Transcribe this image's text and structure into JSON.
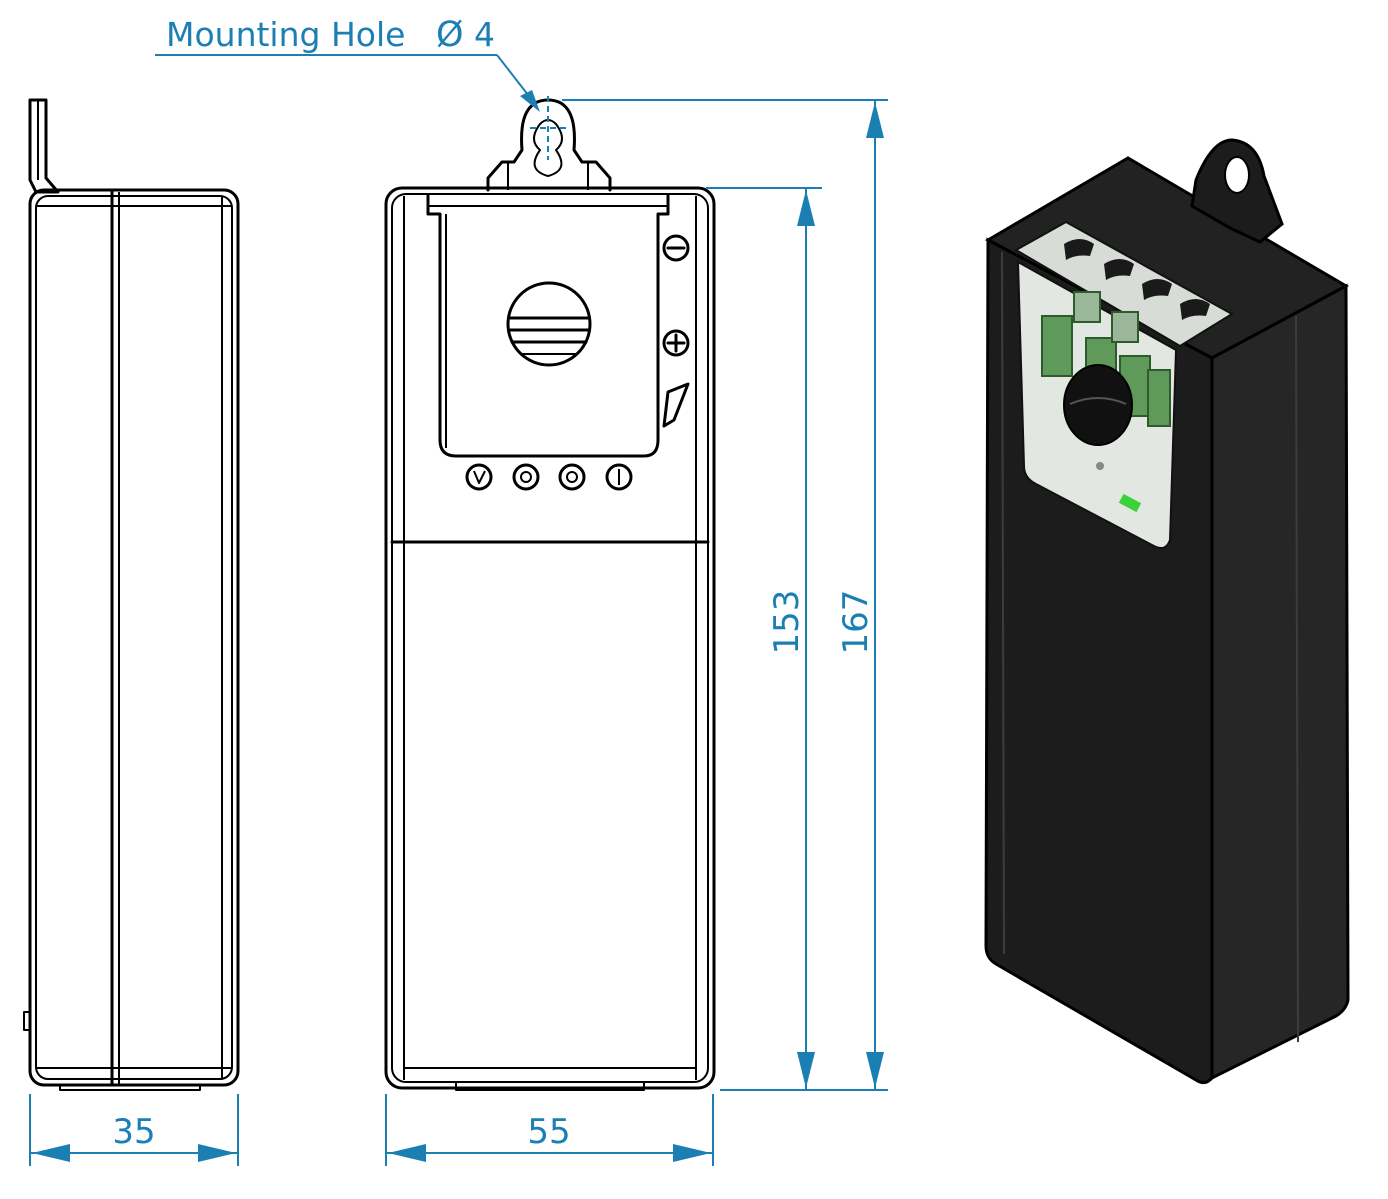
{
  "callout": {
    "label": "Mounting Hole",
    "symbol": "Ø",
    "value": "4"
  },
  "dimensions": {
    "side_width": "35",
    "front_width": "55",
    "body_height": "153",
    "total_height": "167"
  },
  "colors": {
    "dimension": "#1b7fb3",
    "outline": "#000000",
    "housing": "#1c1c1c",
    "terminal_green": "#5f9a5a",
    "led": "#3bd13b"
  },
  "icons": [
    "minus-symbol-icon",
    "plus-symbol-icon",
    "lightning-icon",
    "terminal-screw-icon"
  ]
}
